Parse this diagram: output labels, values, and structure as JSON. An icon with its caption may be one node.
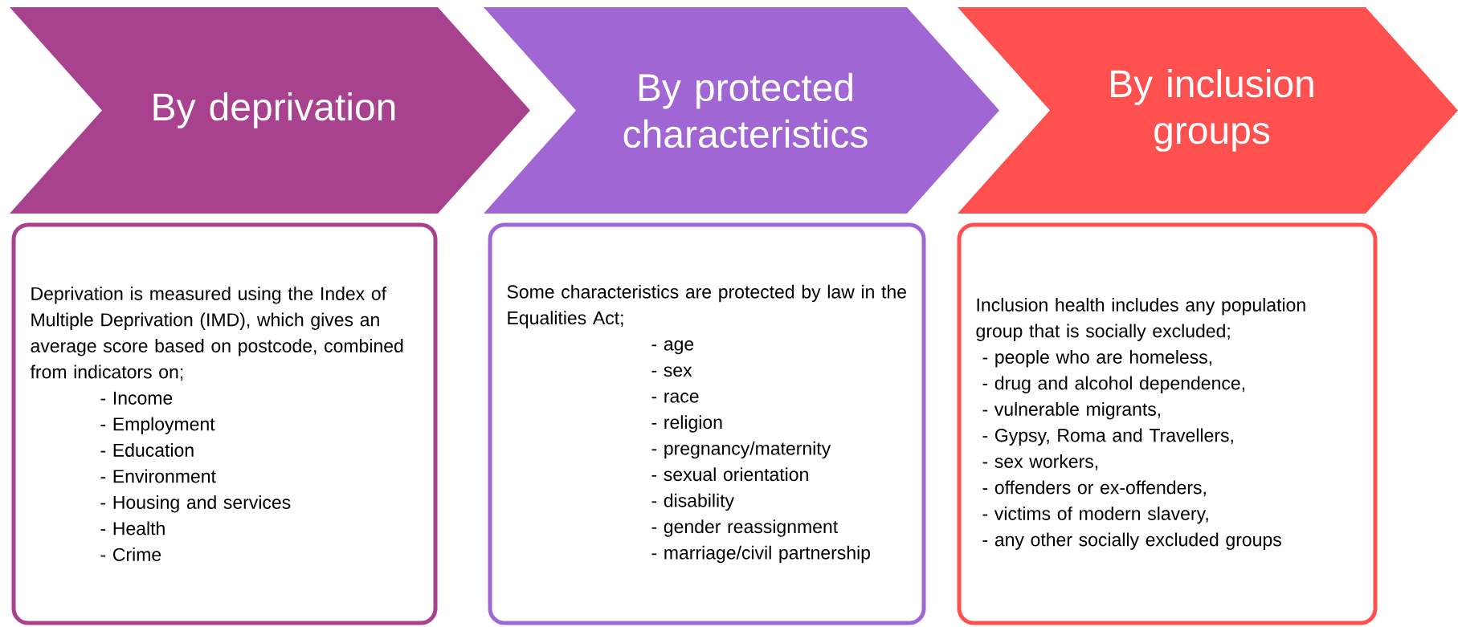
{
  "diagram": {
    "nodes": [
      {
        "text": [
          "By deprivation"
        ]
      },
      {
        "text": [
          "By protected characteristics"
        ]
      },
      {
        "text": [
          "By inclusion groups"
        ]
      },
      {
        "text": [
          "Deprivation is measured using the Index of Multiple Deprivation (IMD), which gives an average score based on postcode, combined from indicators on;",
          "- Income",
          "- Employment",
          "- Education",
          "- Environment",
          "- Housing and services",
          "- Health",
          "- Crime"
        ]
      },
      {
        "text": [
          "Some characteristics are protected by law in the Equalities Act;",
          "- age",
          "- sex",
          "- race",
          "- religion",
          "- pregnancy/maternity",
          "- sexual orientation",
          "- disability",
          "- gender reassignment",
          "- marriage/civil partnership"
        ]
      },
      {
        "text": [
          "Inclusion health includes any population group that is socially excluded;",
          "- people who are homeless,",
          "- drug and alcohol dependence,",
          "- vulnerable migrants,",
          "- Gypsy, Roma and Travellers,",
          "- sex workers,",
          "- offenders or ex-offenders,",
          "- victims of modern slavery,",
          "- any other socially excluded groups"
        ]
      }
    ]
  }
}
